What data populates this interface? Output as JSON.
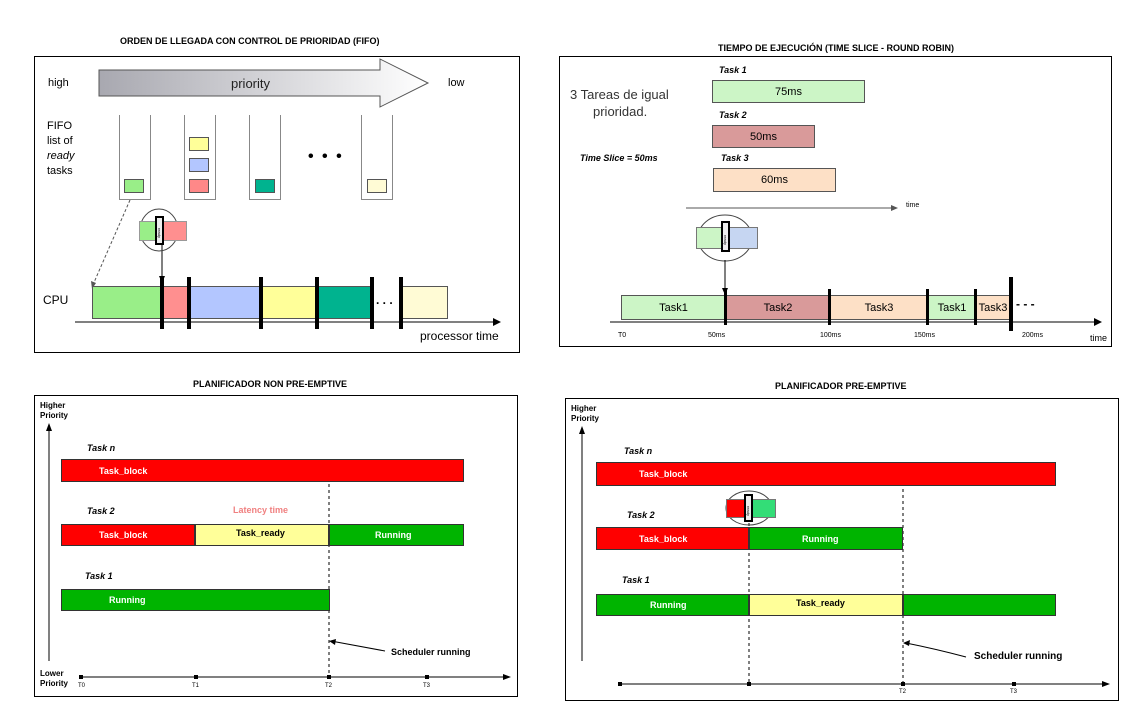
{
  "fifo": {
    "title": "ORDEN DE LLEGADA CON CONTROL DE PRIORIDAD (FIFO)",
    "high": "high",
    "low": "low",
    "priority": "priority",
    "fifo_l1": "FIFO",
    "fifo_l2": "list of",
    "fifo_l3": "ready",
    "fifo_l4": "tasks",
    "dots": "• • •",
    "cpu": "CPU",
    "dots_small": ". . .",
    "processor_time": "processor time",
    "ready_tag": "ready",
    "colors": {
      "green": "#99ee88",
      "yellow": "#ffff99",
      "blue": "#b3c6ff",
      "red": "#ff8888",
      "teal": "#00b38f",
      "cream": "#fffbd5",
      "pink": "#ff8f8f"
    }
  },
  "rr": {
    "title": "TIEMPO DE EJECUCIÓN (TIME SLICE - ROUND ROBIN)",
    "task1": "Task 1",
    "task2": "Task 2",
    "task3": "Task 3",
    "t1_val": "75ms",
    "t2_val": "50ms",
    "t3_val": "60ms",
    "desc1": "3 Tareas de igual",
    "desc2": "prioridad.",
    "slice": "Time Slice = 50ms",
    "time_small": "time",
    "seg1": "Task1",
    "seg2": "Task2",
    "seg3": "Task3",
    "seg4": "Task1",
    "seg5": "Task3",
    "dots": "- - -",
    "t0": "T0",
    "t50": "50ms",
    "t100": "100ms",
    "t150": "150ms",
    "t200": "200ms",
    "time": "time",
    "ready_tag": "ready"
  },
  "nonpre": {
    "title": "PLANIFICADOR NON PRE-EMPTIVE",
    "higher1": "Higher",
    "higher2": "Priority",
    "lower1": "Lower",
    "lower2": "Priority",
    "taskn": "Task n",
    "task2": "Task 2",
    "task1": "Task 1",
    "block": "Task_block",
    "latency": "Latency time",
    "ready": "Task_ready",
    "running": "Running",
    "running_t1": "Running",
    "block_n": "Task_block",
    "scheduler": "Scheduler running",
    "t0": "T0",
    "t1": "T1",
    "t2": "T2",
    "t3": "T3"
  },
  "pre": {
    "title": "PLANIFICADOR PRE-EMPTIVE",
    "higher1": "Higher",
    "higher2": "Priority",
    "taskn": "Task n",
    "task2": "Task 2",
    "task1": "Task 1",
    "block_n": "Task_block",
    "block": "Task_block",
    "running2": "Running",
    "running1": "Running",
    "ready": "Task_ready",
    "scheduler": "Scheduler running",
    "t2": "T2",
    "t3": "T3",
    "ready_tag": "ready"
  }
}
